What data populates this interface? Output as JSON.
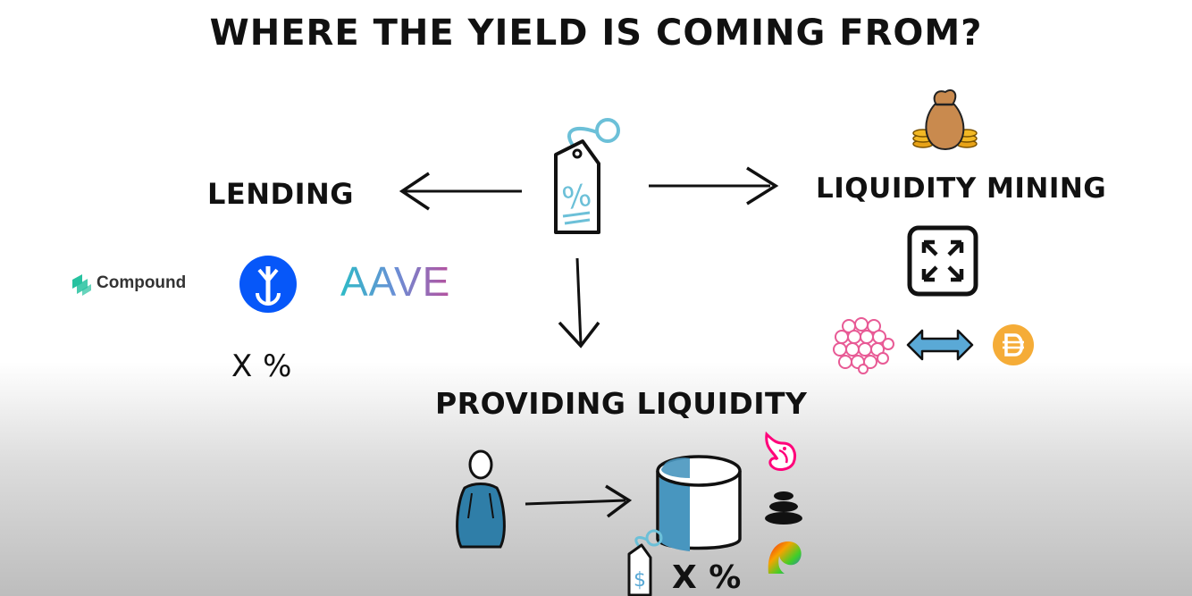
{
  "title": "WHERE THE YIELD IS COMING FROM?",
  "lending": {
    "label": "LENDING",
    "rate": "X %",
    "logos": [
      {
        "name": "compound-logo",
        "text": "Compound",
        "color": "#27c2a0"
      },
      {
        "name": "yearn-logo",
        "color": "#0657f9"
      },
      {
        "name": "aave-logo",
        "text": "AAVE"
      }
    ]
  },
  "liquidity_mining": {
    "label": "LIQUIDITY MINING",
    "icons": [
      "money-bag-icon",
      "expand-arrows-icon",
      "token-cluster-icon",
      "double-arrow-icon",
      "dai-coin-icon"
    ]
  },
  "providing_liquidity": {
    "label": "PROVIDING LIQUIDITY",
    "rate": "X %",
    "icons": [
      "person-icon",
      "pool-cylinder-icon",
      "dollar-tag-icon",
      "uniswap-icon",
      "balancer-icon",
      "curve-icon"
    ]
  },
  "colors": {
    "accent": "#3a8fb7",
    "tag": "#6cc0d8",
    "dai": "#f5ac37",
    "uniswap": "#ff007a"
  }
}
